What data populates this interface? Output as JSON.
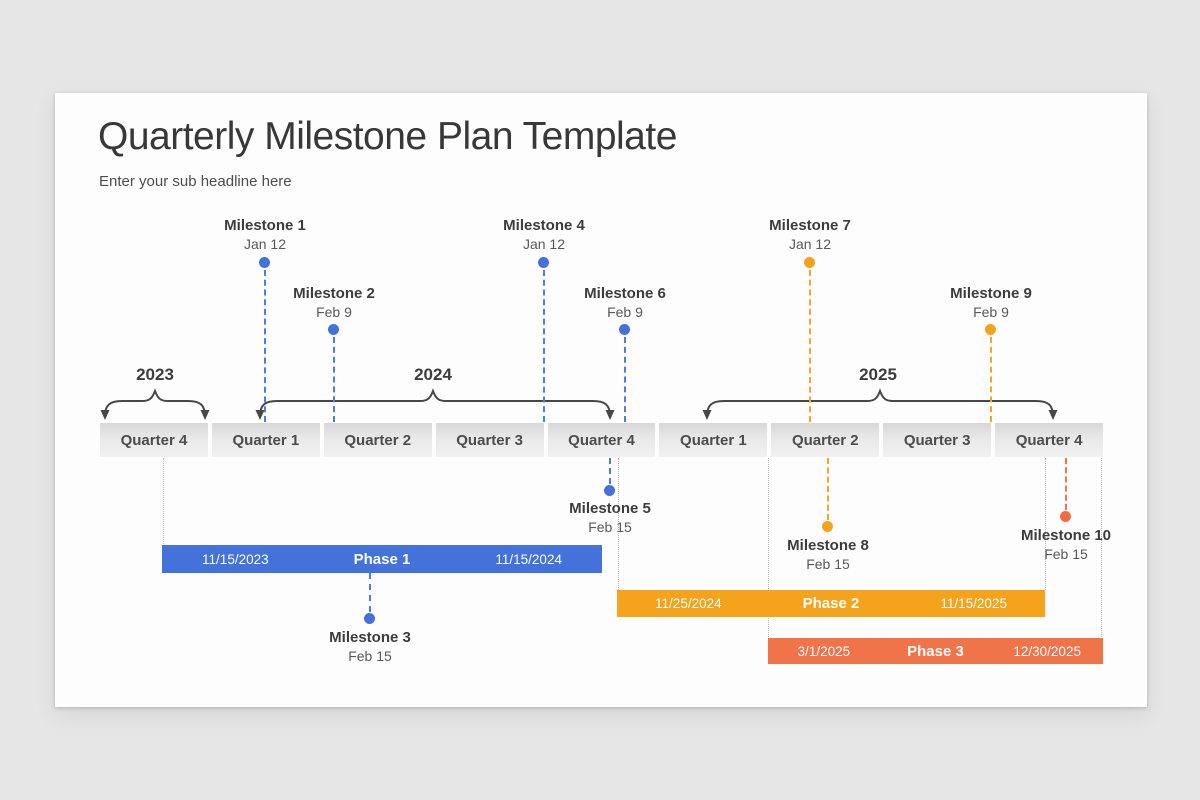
{
  "slide": {
    "title": "Quarterly Milestone Plan Template",
    "subtitle": "Enter your sub headline here"
  },
  "timeline": {
    "years": [
      {
        "label": "2023"
      },
      {
        "label": "2024"
      },
      {
        "label": "2025"
      }
    ],
    "quarters": [
      "Quarter 4",
      "Quarter 1",
      "Quarter 2",
      "Quarter 3",
      "Quarter 4",
      "Quarter 1",
      "Quarter 2",
      "Quarter 3",
      "Quarter 4"
    ],
    "milestones": [
      {
        "name": "Milestone 1",
        "date": "Jan 12",
        "color": "#4372DB",
        "placement": "above"
      },
      {
        "name": "Milestone 2",
        "date": "Feb 9",
        "color": "#4372DB",
        "placement": "above"
      },
      {
        "name": "Milestone 3",
        "date": "Feb 15",
        "color": "#4372DB",
        "placement": "below"
      },
      {
        "name": "Milestone 4",
        "date": "Jan 12",
        "color": "#4372DB",
        "placement": "above"
      },
      {
        "name": "Milestone 5",
        "date": "Feb 15",
        "color": "#4372DB",
        "placement": "below"
      },
      {
        "name": "Milestone 6",
        "date": "Feb 9",
        "color": "#4372DB",
        "placement": "above"
      },
      {
        "name": "Milestone 7",
        "date": "Jan 12",
        "color": "#F5A21D",
        "placement": "above"
      },
      {
        "name": "Milestone 8",
        "date": "Feb 15",
        "color": "#F5A21D",
        "placement": "below"
      },
      {
        "name": "Milestone 9",
        "date": "Feb 9",
        "color": "#F5A21D",
        "placement": "above"
      },
      {
        "name": "Milestone 10",
        "date": "Feb 15",
        "color": "#EE6C43",
        "placement": "below"
      }
    ],
    "phases": [
      {
        "name": "Phase 1",
        "start": "11/15/2023",
        "end": "11/15/2024",
        "color": "#4372DB"
      },
      {
        "name": "Phase 2",
        "start": "11/25/2024",
        "end": "11/15/2025",
        "color": "#F5A21D"
      },
      {
        "name": "Phase 3",
        "start": "3/1/2025",
        "end": "12/30/2025",
        "color": "#F0734A"
      }
    ],
    "colors": {
      "blue": "#4372DB",
      "amber": "#F5A21D",
      "orange": "#F0734A",
      "milestone10_dot": "#EE6C43"
    }
  }
}
